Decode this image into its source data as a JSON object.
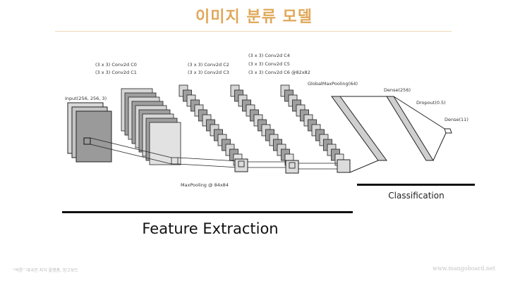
{
  "slide": {
    "title": "이미지 분류 모델",
    "footer_left": "“여름” 대국민 지식 플랫폼, 망고보드",
    "footer_right": "www.mangoboard.net"
  },
  "diagram": {
    "input_label": "Input(256, 256, 3)",
    "conv_block_1": [
      "(3 x 3) Conv2d C0",
      "(3 x 3) Conv2d C1"
    ],
    "conv_block_2": [
      "(3 x 3) Conv2d C2",
      "(3 x 3) Conv2d C3"
    ],
    "conv_block_3": [
      "(3 x 3) Conv2d C4",
      "(3 x 3) Conv2d C5",
      "(3 x 3) Conv2d C6 @82x82"
    ],
    "maxpool_label": "MaxPooling @ 84x84",
    "gap_label": "GlobalMaxPooling(64)",
    "dense_label": "Dense(256)",
    "dropout_label": "Dropout(0.5)",
    "output_label": "Dense(11)",
    "classification_label": "Classification",
    "feature_label": "Feature Extraction"
  }
}
